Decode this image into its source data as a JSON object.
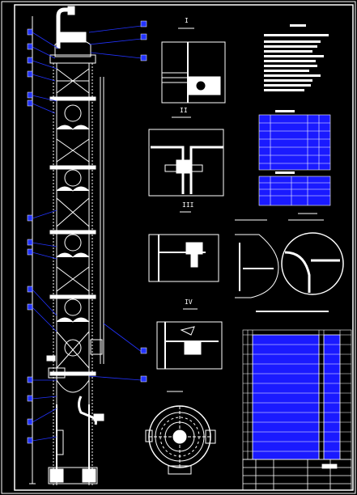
{
  "colors": {
    "background": "#000000",
    "line": "#ffffff",
    "callout": "#2233ff",
    "table_fill": "#1a1aff"
  },
  "section_labels": {
    "top": "I",
    "second": "II",
    "third": "III",
    "fourth": "IV"
  },
  "icons": [
    "column-apparatus",
    "detail-views",
    "specification-table",
    "title-block"
  ]
}
